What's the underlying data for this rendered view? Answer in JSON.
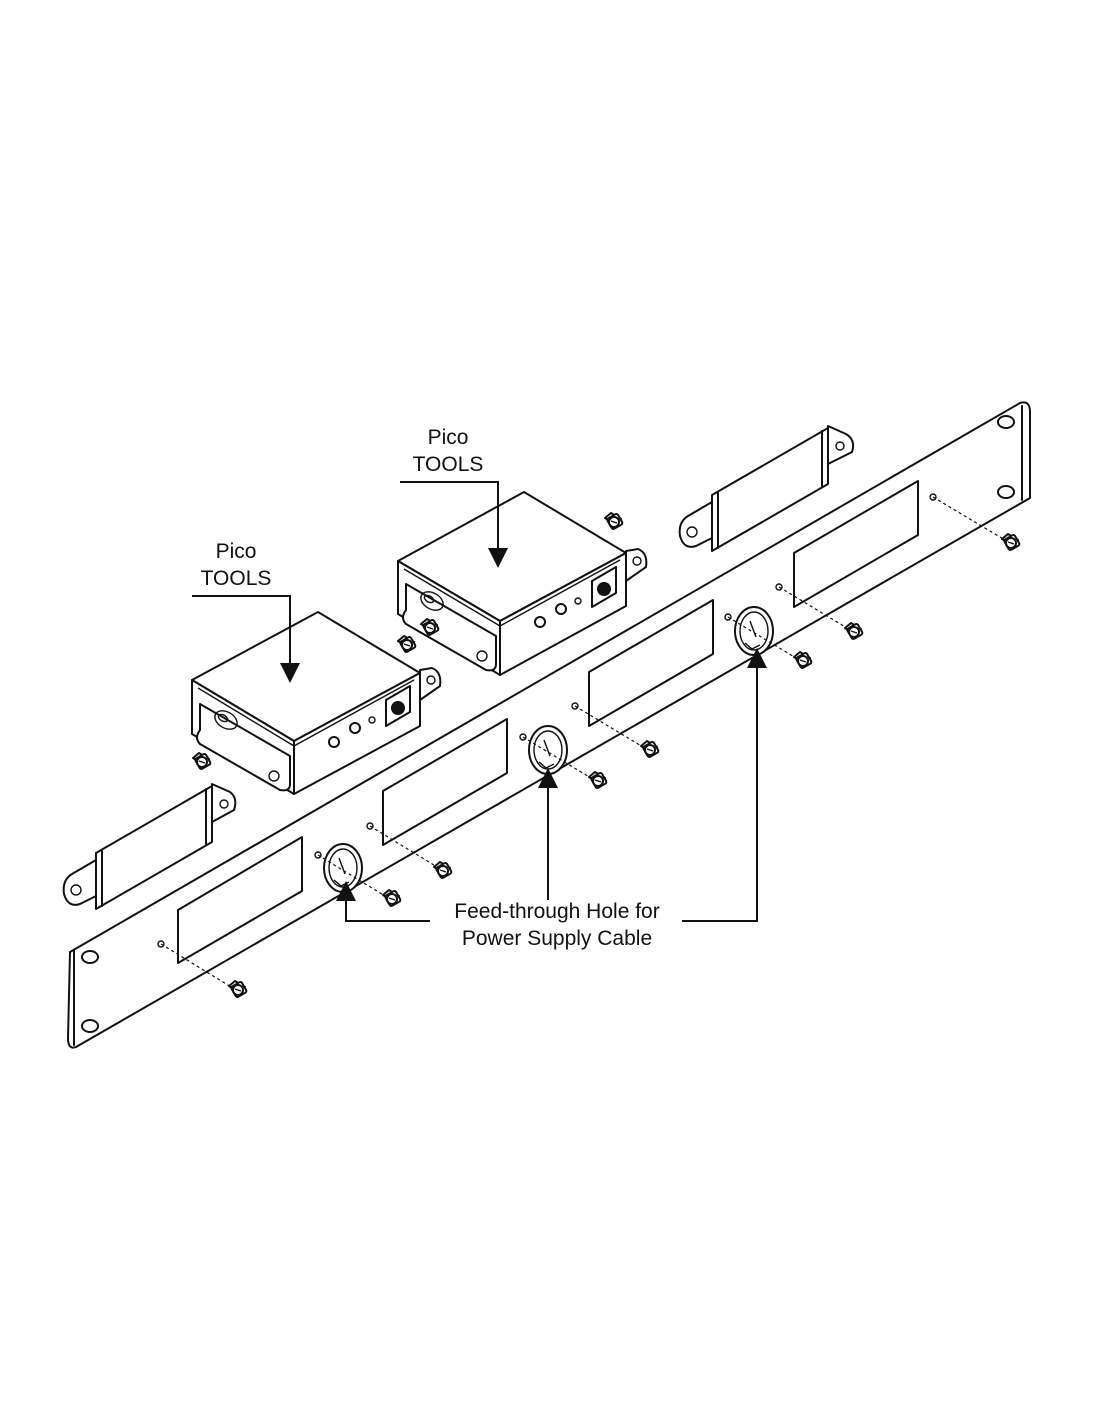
{
  "labels": {
    "pico_tools_left": {
      "line1": "Pico",
      "line2": "TOOLS"
    },
    "pico_tools_right": {
      "line1": "Pico",
      "line2": "TOOLS"
    },
    "feed_through": {
      "line1": "Feed-through Hole for",
      "line2": "Power Supply Cable"
    }
  }
}
